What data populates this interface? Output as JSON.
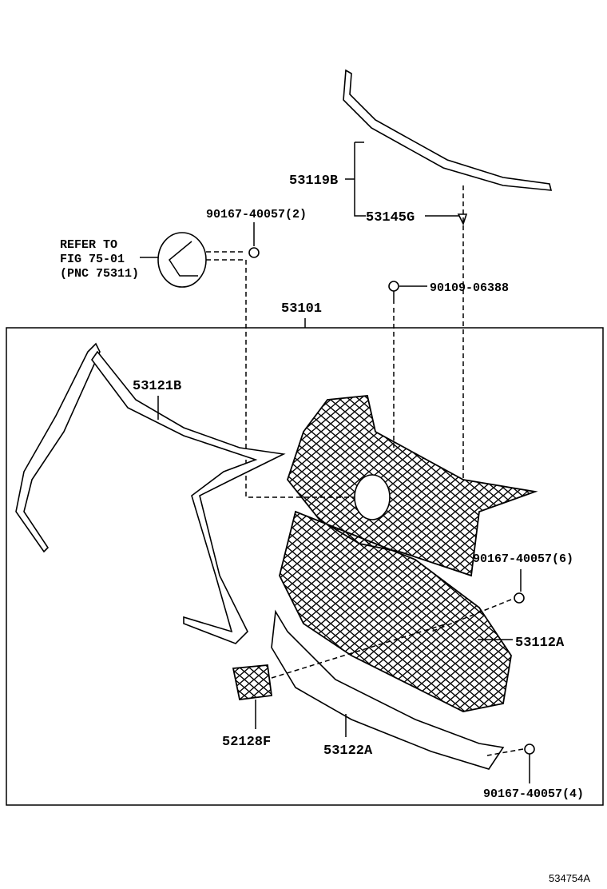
{
  "refer": {
    "line1": "REFER TO",
    "line2": "FIG 75-01",
    "line3": "(PNC 75311)"
  },
  "labels": {
    "p53119B": "53119B",
    "p53145G": "53145G",
    "p90167_2": "90167-40057(2)",
    "p90109": "90109-06388",
    "p53101": "53101",
    "p53121B": "53121B",
    "p90167_6": "90167-40057(6)",
    "p53112A": "53112A",
    "p52128F": "52128F",
    "p53122A": "53122A",
    "p90167_4": "90167-40057(4)"
  },
  "figure_id": "534754A"
}
